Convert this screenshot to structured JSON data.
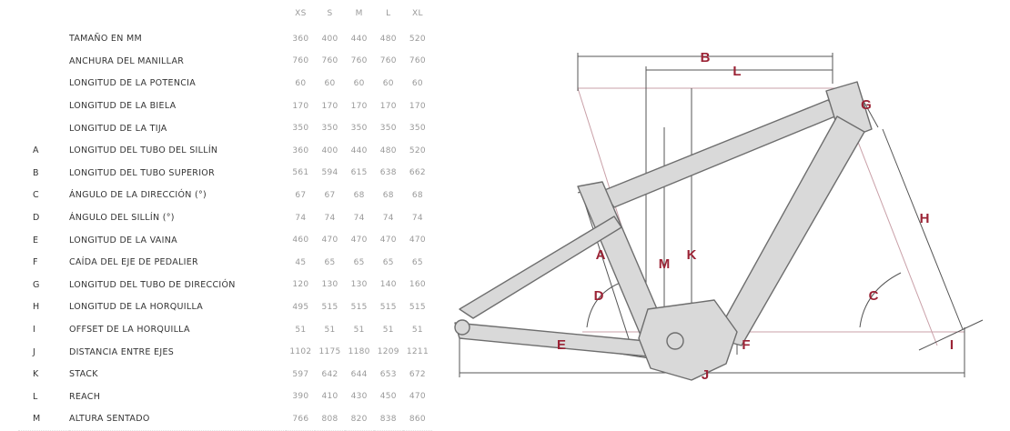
{
  "table": {
    "columns": [
      "XS",
      "S",
      "M",
      "L",
      "XL"
    ],
    "rows": [
      {
        "letter": "",
        "name": "TAMAÑO EN MM",
        "values": [
          "360",
          "400",
          "440",
          "480",
          "520"
        ]
      },
      {
        "letter": "",
        "name": "ANCHURA DEL MANILLAR",
        "values": [
          "760",
          "760",
          "760",
          "760",
          "760"
        ]
      },
      {
        "letter": "",
        "name": "LONGITUD DE LA POTENCIA",
        "values": [
          "60",
          "60",
          "60",
          "60",
          "60"
        ]
      },
      {
        "letter": "",
        "name": "LONGITUD DE LA BIELA",
        "values": [
          "170",
          "170",
          "170",
          "170",
          "170"
        ]
      },
      {
        "letter": "",
        "name": "LONGITUD DE LA TIJA",
        "values": [
          "350",
          "350",
          "350",
          "350",
          "350"
        ]
      },
      {
        "letter": "A",
        "name": "LONGITUD DEL TUBO DEL SILLÍN",
        "values": [
          "360",
          "400",
          "440",
          "480",
          "520"
        ]
      },
      {
        "letter": "B",
        "name": "LONGITUD DEL TUBO SUPERIOR",
        "values": [
          "561",
          "594",
          "615",
          "638",
          "662"
        ]
      },
      {
        "letter": "C",
        "name": "ÁNGULO DE LA DIRECCIÓN (°)",
        "values": [
          "67",
          "67",
          "68",
          "68",
          "68"
        ]
      },
      {
        "letter": "D",
        "name": "ÁNGULO DEL SILLÍN (°)",
        "values": [
          "74",
          "74",
          "74",
          "74",
          "74"
        ]
      },
      {
        "letter": "E",
        "name": "LONGITUD DE LA VAINA",
        "values": [
          "460",
          "470",
          "470",
          "470",
          "470"
        ]
      },
      {
        "letter": "F",
        "name": "CAÍDA DEL EJE DE PEDALIER",
        "values": [
          "45",
          "65",
          "65",
          "65",
          "65"
        ]
      },
      {
        "letter": "G",
        "name": "LONGITUD DEL TUBO DE DIRECCIÓN",
        "values": [
          "120",
          "130",
          "130",
          "140",
          "160"
        ]
      },
      {
        "letter": "H",
        "name": "LONGITUD DE LA HORQUILLA",
        "values": [
          "495",
          "515",
          "515",
          "515",
          "515"
        ]
      },
      {
        "letter": "I",
        "name": "OFFSET DE LA HORQUILLA",
        "values": [
          "51",
          "51",
          "51",
          "51",
          "51"
        ]
      },
      {
        "letter": "J",
        "name": "DISTANCIA ENTRE EJES",
        "values": [
          "1102",
          "1175",
          "1180",
          "1209",
          "1211"
        ]
      },
      {
        "letter": "K",
        "name": "STACK",
        "values": [
          "597",
          "642",
          "644",
          "653",
          "672"
        ]
      },
      {
        "letter": "L",
        "name": "REACH",
        "values": [
          "390",
          "410",
          "430",
          "450",
          "470"
        ]
      },
      {
        "letter": "M",
        "name": "ALTURA SENTADO",
        "values": [
          "766",
          "808",
          "820",
          "838",
          "860"
        ]
      }
    ]
  },
  "diagram": {
    "labels": {
      "a": "A",
      "b": "B",
      "c": "C",
      "d": "D",
      "e": "E",
      "f": "F",
      "g": "G",
      "h": "H",
      "i": "I",
      "j": "J",
      "k": "K",
      "l": "L",
      "m": "M"
    },
    "colors": {
      "accent": "#9b2335",
      "frame": "#d9d9d9",
      "outline": "#6e6e6e",
      "dims": "#555555"
    }
  }
}
